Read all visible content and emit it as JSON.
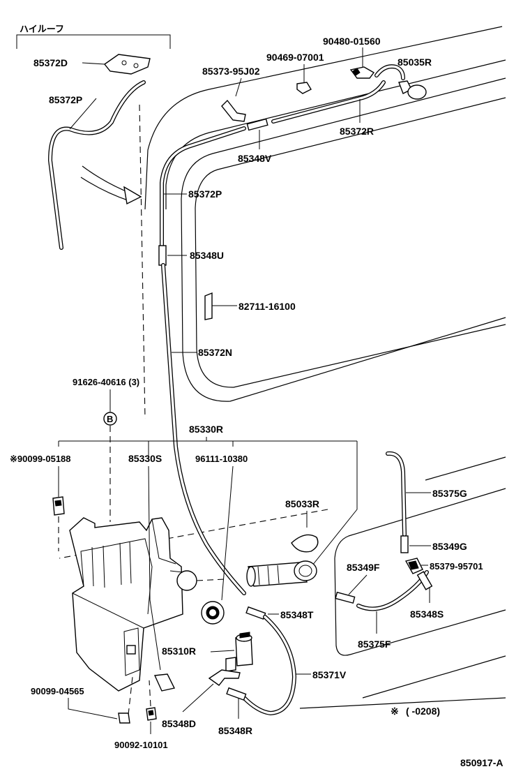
{
  "diagram_code": "850917-A",
  "roof_variant": "ハイルーフ",
  "note_mark": "※",
  "note_range": "( -0208)",
  "labels": {
    "p85372D": "85372D",
    "p85372P_top": "85372P",
    "p90480": "90480-01560",
    "p90469": "90469-07001",
    "p85035R": "85035R",
    "p85373": "85373-95J02",
    "p85372R": "85372R",
    "p85348V": "85348V",
    "p85372P": "85372P",
    "p85348U": "85348U",
    "p82711": "82711-16100",
    "p85372N": "85372N",
    "p91626": "91626-40616 (3)",
    "bolt_mark": "B",
    "p85330R": "85330R",
    "p90099_05188": "※90099-05188",
    "p85330S": "85330S",
    "p96111": "96111-10380",
    "p85375G": "85375G",
    "p85033R": "85033R",
    "p85349G": "85349G",
    "p85349F": "85349F",
    "p85379": "85379-95701",
    "p85348T": "85348T",
    "p85348S": "85348S",
    "p85310R": "85310R",
    "p85375F": "85375F",
    "p85371V": "85371V",
    "p90099_04565": "90099-04565",
    "p85348D": "85348D",
    "p85348R": "85348R",
    "p90092": "90092-10101"
  }
}
